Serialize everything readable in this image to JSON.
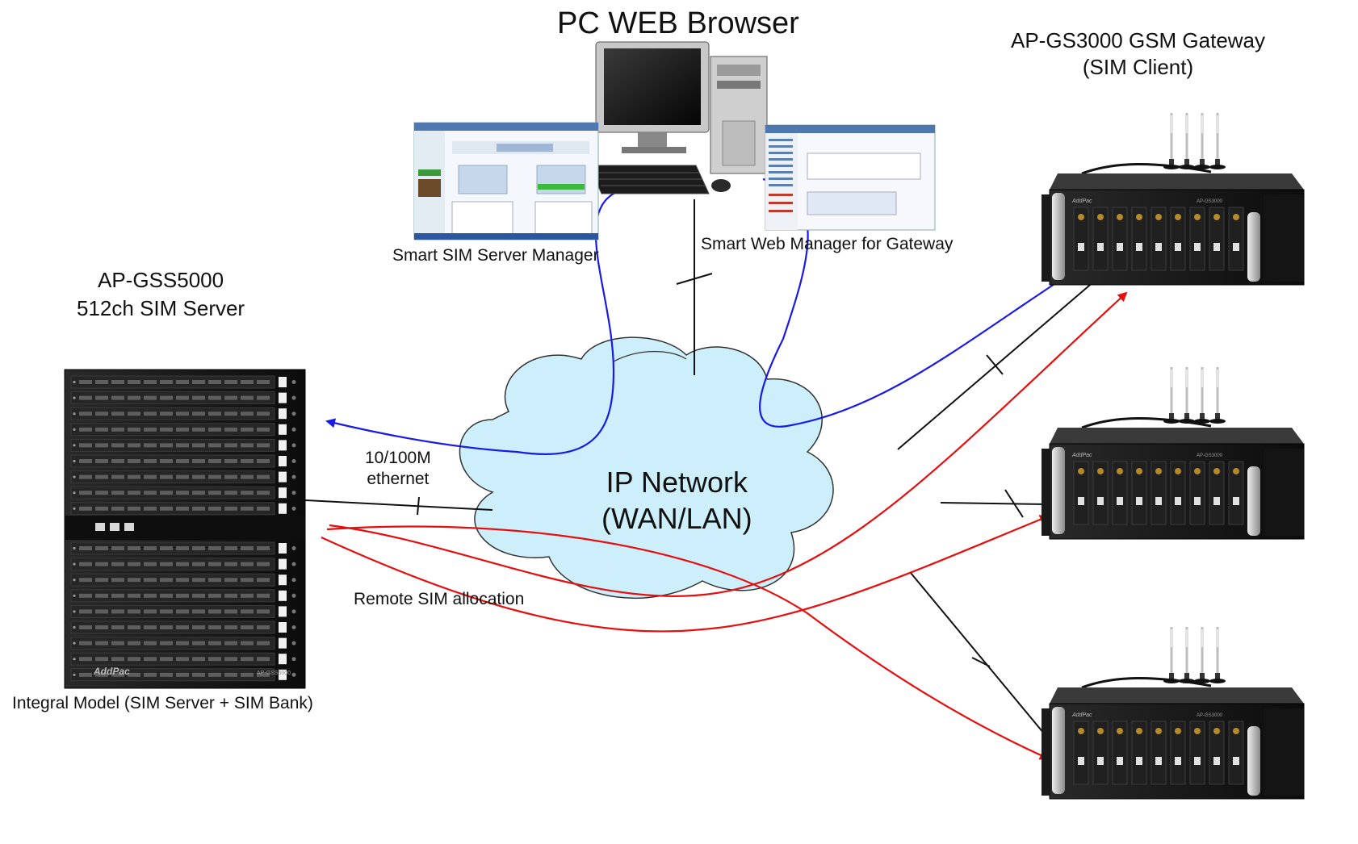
{
  "browser": {
    "title": "PC WEB Browser",
    "app1_label": "Smart SIM Server Manager",
    "app2_label": "Smart Web Manager for Gateway"
  },
  "gateway": {
    "title_line1": "AP-GS3000 GSM Gateway",
    "title_line2": "(SIM Client)",
    "brand": "AddPac",
    "model_tag": "AP-GS3000"
  },
  "server": {
    "title_line1": "AP-GSS5000",
    "title_line2": "512ch SIM Server",
    "caption": "Integral Model (SIM Server + SIM Bank)",
    "brand": "AddPac",
    "model_tag": "AP-GSS5000"
  },
  "network": {
    "line1": "IP Network",
    "line2": "(WAN/LAN)",
    "ethernet_line1": "10/100M",
    "ethernet_line2": "ethernet",
    "remote_label": "Remote SIM allocation"
  },
  "colors": {
    "cloud_fill": "#cdeefb",
    "management_link": "#1a1ae6",
    "sim_allocation_link": "#e60f0f",
    "wired_link": "#111111"
  }
}
